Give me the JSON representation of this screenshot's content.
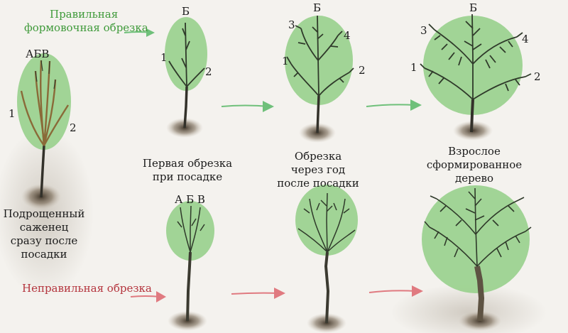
{
  "labels": {
    "correct": [
      "Правильная",
      "формовочная обрезка"
    ],
    "wrong": "Неправильная обрезка",
    "stage0": [
      "Подрощенный",
      "саженец",
      "сразу после",
      "посадки"
    ],
    "stage1": [
      "Первая обрезка",
      "при посадке"
    ],
    "stage2": [
      "Обрезка",
      "через год",
      "после посадки"
    ],
    "stage3": [
      "Взрослое",
      "сформированное",
      "дерево"
    ]
  },
  "markers": {
    "abv": "АБВ",
    "a_b_v": "А Б В",
    "b": "Б",
    "n1": "1",
    "n2": "2",
    "n3": "3",
    "n4": "4"
  },
  "colors": {
    "crown": "#98d08c",
    "trunk": "#3b3a30",
    "correct_arrow": "#6fc07a",
    "wrong_arrow": "#e07a80",
    "correct_text": "#3f9a3a",
    "wrong_text": "#b4343d"
  }
}
